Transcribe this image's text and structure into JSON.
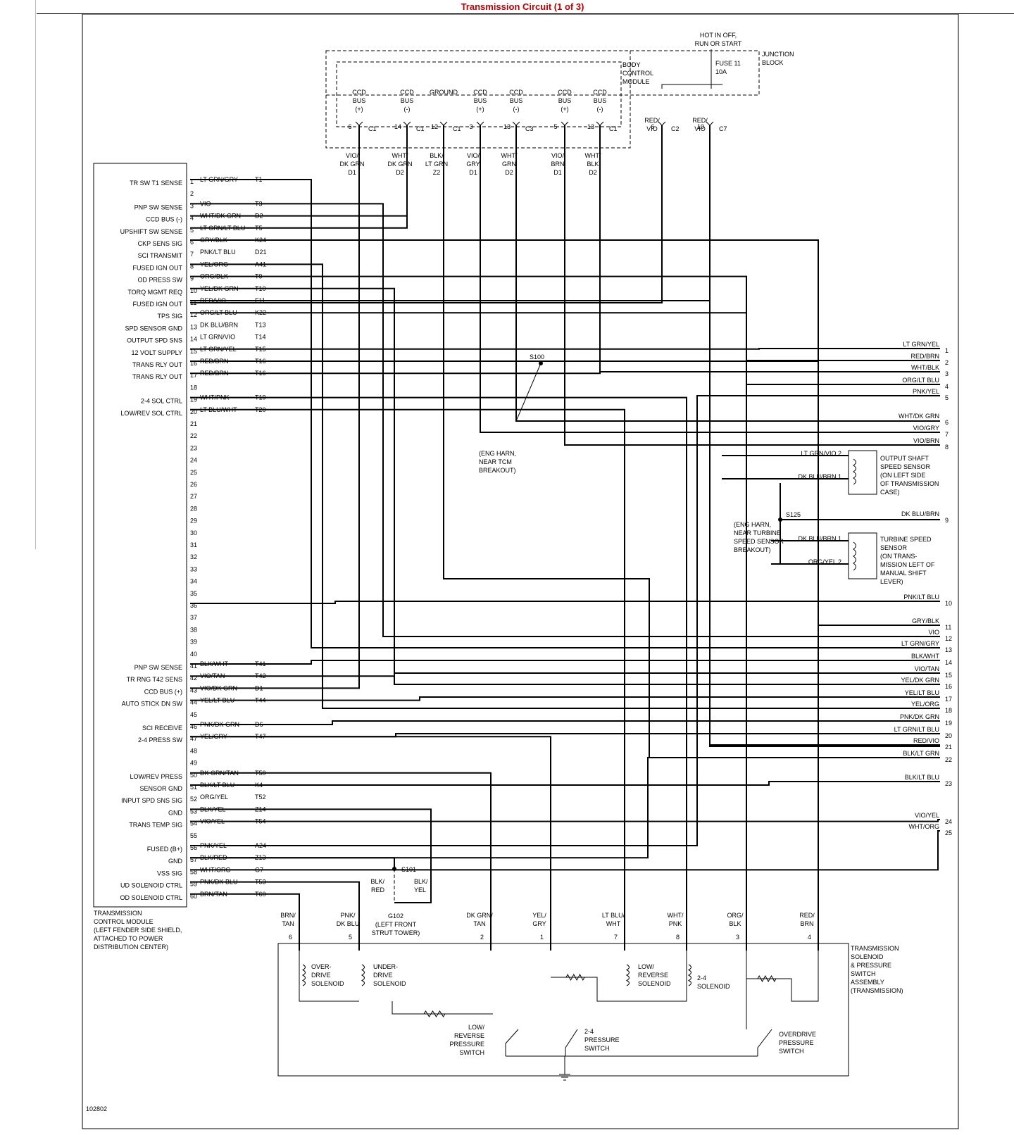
{
  "title": "Transmission Circuit (1 of 3)",
  "figure_id": "102802",
  "hot_label": [
    "HOT IN OFF,",
    "RUN OR START"
  ],
  "junction_block": [
    "JUNCTION",
    "BLOCK"
  ],
  "bcm_label": [
    "BODY",
    "CONTROL",
    "MODULE"
  ],
  "fuse_label": [
    "FUSE 11",
    "10A"
  ],
  "tcm_label": [
    "TRANSMISSION",
    "CONTROL MODULE",
    "(LEFT FENDER SIDE SHIELD,",
    "ATTACHED TO POWER",
    "DISTRIBUTION CENTER)"
  ],
  "bcm_terminals": [
    {
      "top": [
        "CCD",
        "BUS",
        "(+)"
      ],
      "pin": "6",
      "conn": "C1",
      "wire": [
        "VIO/",
        "DK GRN",
        "D1"
      ]
    },
    {
      "top": [
        "CCD",
        "BUS",
        "(-)"
      ],
      "pin": "14",
      "conn": "C1",
      "wire": [
        "WHT/",
        "DK GRN",
        "D2"
      ]
    },
    {
      "top": [
        "GROUND"
      ],
      "pin": "12",
      "conn": "C1",
      "wire": [
        "BLK/",
        "LT GRN",
        "Z2"
      ]
    },
    {
      "top": [
        "CCD",
        "BUS",
        "(+)"
      ],
      "pin": "3",
      "conn": "",
      "wire": [
        "VIO/",
        "GRY",
        "D1"
      ]
    },
    {
      "top": [
        "CCD",
        "BUS",
        "(-)"
      ],
      "pin": "13",
      "conn": "C3",
      "wire": [
        "WHT/",
        "GRN",
        "D2"
      ]
    },
    {
      "top": [
        "CCD",
        "BUS",
        "(+)"
      ],
      "pin": "5",
      "conn": "",
      "wire": [
        "VIO/",
        "BRN",
        "D1"
      ]
    },
    {
      "top": [
        "CCD",
        "BUS",
        "(-)"
      ],
      "pin": "13",
      "conn": "C1",
      "wire": [
        "WHT/",
        "BLK",
        "D2"
      ]
    },
    {
      "top": [],
      "pin": "6",
      "conn": "C2",
      "wire": [
        "RED/",
        "VIO"
      ]
    },
    {
      "top": [],
      "pin": "10",
      "conn": "C7",
      "wire": [
        "RED/",
        "VIO"
      ]
    }
  ],
  "tcm_pins": [
    {
      "n": "1",
      "func": "TR SW T1 SENSE",
      "wire": "LT GRN/GRY",
      "code": "T1"
    },
    {
      "n": "2",
      "func": "",
      "wire": "",
      "code": ""
    },
    {
      "n": "3",
      "func": "PNP SW SENSE",
      "wire": "VIO",
      "code": "T3"
    },
    {
      "n": "4",
      "func": "CCD BUS (-)",
      "wire": "WHT/DK GRN",
      "code": "D2"
    },
    {
      "n": "5",
      "func": "UPSHIFT SW SENSE",
      "wire": "LT GRN/LT BLU",
      "code": "T5"
    },
    {
      "n": "6",
      "func": "CKP SENS SIG",
      "wire": "GRY/BLK",
      "code": "K24"
    },
    {
      "n": "7",
      "func": "SCI TRANSMIT",
      "wire": "PNK/LT BLU",
      "code": "D21"
    },
    {
      "n": "8",
      "func": "FUSED IGN OUT",
      "wire": "YEL/ORG",
      "code": "A41"
    },
    {
      "n": "9",
      "func": "OD PRESS SW",
      "wire": "ORG/BLK",
      "code": "T9"
    },
    {
      "n": "10",
      "func": "TORQ MGMT REQ",
      "wire": "YEL/DK GRN",
      "code": "T10"
    },
    {
      "n": "11",
      "func": "FUSED IGN OUT",
      "wire": "RED/VIO",
      "code": "F11"
    },
    {
      "n": "12",
      "func": "TPS SIG",
      "wire": "ORG/LT BLU",
      "code": "K22"
    },
    {
      "n": "13",
      "func": "SPD SENSOR GND",
      "wire": "DK BLU/BRN",
      "code": "T13"
    },
    {
      "n": "14",
      "func": "OUTPUT SPD SNS",
      "wire": "LT GRN/VIO",
      "code": "T14"
    },
    {
      "n": "15",
      "func": "12 VOLT SUPPLY",
      "wire": "LT GRN/YEL",
      "code": "T15"
    },
    {
      "n": "16",
      "func": "TRANS RLY OUT",
      "wire": "RED/BRN",
      "code": "T16"
    },
    {
      "n": "17",
      "func": "TRANS RLY OUT",
      "wire": "RED/BRN",
      "code": "T16"
    },
    {
      "n": "18",
      "func": "",
      "wire": "",
      "code": ""
    },
    {
      "n": "19",
      "func": "2-4 SOL CTRL",
      "wire": "WHT/PNK",
      "code": "T19"
    },
    {
      "n": "20",
      "func": "LOW/REV SOL CTRL",
      "wire": "LT BLU/WHT",
      "code": "T20"
    },
    {
      "n": "21",
      "func": "",
      "wire": "",
      "code": ""
    },
    {
      "n": "22",
      "func": "",
      "wire": "",
      "code": ""
    },
    {
      "n": "23",
      "func": "",
      "wire": "",
      "code": ""
    },
    {
      "n": "24",
      "func": "",
      "wire": "",
      "code": ""
    },
    {
      "n": "25",
      "func": "",
      "wire": "",
      "code": ""
    },
    {
      "n": "26",
      "func": "",
      "wire": "",
      "code": ""
    },
    {
      "n": "27",
      "func": "",
      "wire": "",
      "code": ""
    },
    {
      "n": "28",
      "func": "",
      "wire": "",
      "code": ""
    },
    {
      "n": "29",
      "func": "",
      "wire": "",
      "code": ""
    },
    {
      "n": "30",
      "func": "",
      "wire": "",
      "code": ""
    },
    {
      "n": "31",
      "func": "",
      "wire": "",
      "code": ""
    },
    {
      "n": "32",
      "func": "",
      "wire": "",
      "code": ""
    },
    {
      "n": "33",
      "func": "",
      "wire": "",
      "code": ""
    },
    {
      "n": "34",
      "func": "",
      "wire": "",
      "code": ""
    },
    {
      "n": "35",
      "func": "",
      "wire": "",
      "code": ""
    },
    {
      "n": "36",
      "func": "",
      "wire": "",
      "code": ""
    },
    {
      "n": "37",
      "func": "",
      "wire": "",
      "code": ""
    },
    {
      "n": "38",
      "func": "",
      "wire": "",
      "code": ""
    },
    {
      "n": "39",
      "func": "",
      "wire": "",
      "code": ""
    },
    {
      "n": "40",
      "func": "",
      "wire": "",
      "code": ""
    },
    {
      "n": "41",
      "func": "PNP SW SENSE",
      "wire": "BLK/WHT",
      "code": "T41"
    },
    {
      "n": "42",
      "func": "TR RNG T42 SENS",
      "wire": "VIO/TAN",
      "code": "T42"
    },
    {
      "n": "43",
      "func": "CCD BUS (+)",
      "wire": "VIO/DK GRN",
      "code": "D1"
    },
    {
      "n": "44",
      "func": "AUTO STICK DN SW",
      "wire": "YEL/LT BLU",
      "code": "T44"
    },
    {
      "n": "45",
      "func": "",
      "wire": "",
      "code": ""
    },
    {
      "n": "46",
      "func": "SCI RECEIVE",
      "wire": "PNK/DK GRN",
      "code": "D6"
    },
    {
      "n": "47",
      "func": "2-4 PRESS SW",
      "wire": "YEL/GRY",
      "code": "T47"
    },
    {
      "n": "48",
      "func": "",
      "wire": "",
      "code": ""
    },
    {
      "n": "49",
      "func": "",
      "wire": "",
      "code": ""
    },
    {
      "n": "50",
      "func": "LOW/REV PRESS",
      "wire": "DK GRN/TAN",
      "code": "T50"
    },
    {
      "n": "51",
      "func": "SENSOR GND",
      "wire": "BLK/LT BLU",
      "code": "K4"
    },
    {
      "n": "52",
      "func": "INPUT SPD SNS SIG",
      "wire": "ORG/YEL",
      "code": "T52"
    },
    {
      "n": "53",
      "func": "GND",
      "wire": "BLK/YEL",
      "code": "Z14"
    },
    {
      "n": "54",
      "func": "TRANS TEMP SIG",
      "wire": "VIO/YEL",
      "code": "T54"
    },
    {
      "n": "55",
      "func": "",
      "wire": "",
      "code": ""
    },
    {
      "n": "56",
      "func": "FUSED (B+)",
      "wire": "PNK/YEL",
      "code": "A24"
    },
    {
      "n": "57",
      "func": "GND",
      "wire": "BLK/RED",
      "code": "Z13"
    },
    {
      "n": "58",
      "func": "VSS SIG",
      "wire": "WHT/ORG",
      "code": "G7"
    },
    {
      "n": "59",
      "func": "UD SOLENOID CTRL",
      "wire": "PNK/DK BLU",
      "code": "T53"
    },
    {
      "n": "60",
      "func": "OD SOLENOID CTRL",
      "wire": "BRN/TAN",
      "code": "T60"
    }
  ],
  "right_connector": [
    {
      "wire": "LT GRN/YEL",
      "n": "1"
    },
    {
      "wire": "RED/BRN",
      "n": "2"
    },
    {
      "wire": "WHT/BLK",
      "n": "3"
    },
    {
      "wire": "ORG/LT BLU",
      "n": "4"
    },
    {
      "wire": "PNK/YEL",
      "n": "5"
    },
    {
      "wire": "WHT/DK GRN",
      "n": "6"
    },
    {
      "wire": "VIO/GRY",
      "n": "7"
    },
    {
      "wire": "VIO/BRN",
      "n": "8"
    },
    {
      "wire": "DK BLU/BRN",
      "n": "9"
    },
    {
      "wire": "PNK/LT BLU",
      "n": "10"
    },
    {
      "wire": "GRY/BLK",
      "n": "11"
    },
    {
      "wire": "VIO",
      "n": "12"
    },
    {
      "wire": "LT GRN/GRY",
      "n": "13"
    },
    {
      "wire": "BLK/WHT",
      "n": "14"
    },
    {
      "wire": "VIO/TAN",
      "n": "15"
    },
    {
      "wire": "YEL/DK GRN",
      "n": "16"
    },
    {
      "wire": "YEL/LT BLU",
      "n": "17"
    },
    {
      "wire": "YEL/ORG",
      "n": "18"
    },
    {
      "wire": "PNK/DK GRN",
      "n": "19"
    },
    {
      "wire": "LT GRN/LT BLU",
      "n": "20"
    },
    {
      "wire": "RED/VIO",
      "n": "21"
    },
    {
      "wire": "BLK/LT GRN",
      "n": "22"
    },
    {
      "wire": "BLK/LT BLU",
      "n": "23"
    },
    {
      "wire": "VIO/YEL",
      "n": "24"
    },
    {
      "wire": "WHT/ORG",
      "n": "25"
    }
  ],
  "output_sensor": {
    "pins": [
      {
        "wire": "LT GRN/VIO",
        "n": "2"
      },
      {
        "wire": "DK BLU/BRN",
        "n": "1"
      }
    ],
    "label": [
      "OUTPUT SHAFT",
      "SPEED SENSOR",
      "(ON LEFT SIDE",
      "OF TRANSMISSION",
      "CASE)"
    ]
  },
  "turbine_sensor": {
    "pins": [
      {
        "wire": "DK BLU/BRN",
        "n": "1"
      },
      {
        "wire": "ORG/YEL",
        "n": "2"
      }
    ],
    "label": [
      "TURBINE SPEED",
      "SENSOR",
      "(ON TRANS-",
      "MISSION LEFT OF",
      "MANUAL SHIFT",
      "LEVER)"
    ]
  },
  "splices": {
    "s100": {
      "name": "S100",
      "note": [
        "(ENG HARN,",
        "NEAR TCM",
        "BREAKOUT)"
      ]
    },
    "s125": {
      "name": "S125",
      "note": [
        "(ENG HARN,",
        "NEAR TURBINE",
        "SPEED SENSOR",
        "BREAKOUT)"
      ]
    },
    "s101": {
      "name": "S101",
      "left": [
        "BLK/",
        "RED"
      ],
      "right": [
        "BLK/",
        "YEL"
      ]
    },
    "g102": [
      "G102",
      "(LEFT FRONT",
      "STRUT TOWER)"
    ]
  },
  "solenoid_pins": [
    {
      "wire": [
        "BRN/",
        "TAN"
      ],
      "n": "6"
    },
    {
      "wire": [
        "PNK/",
        "DK BLU"
      ],
      "n": "5"
    },
    {
      "wire": [
        "DK GRN/",
        "TAN"
      ],
      "n": "2"
    },
    {
      "wire": [
        "YEL/",
        "GRY"
      ],
      "n": "1"
    },
    {
      "wire": [
        "LT BLU/",
        "WHT"
      ],
      "n": "7"
    },
    {
      "wire": [
        "WHT/",
        "PNK"
      ],
      "n": "8"
    },
    {
      "wire": [
        "ORG/",
        "BLK"
      ],
      "n": "3"
    },
    {
      "wire": [
        "RED/",
        "BRN"
      ],
      "n": "4"
    }
  ],
  "assembly_label": [
    "TRANSMISSION",
    "SOLENOID",
    "& PRESSURE",
    "SWITCH",
    "ASSEMBLY",
    "(TRANSMISSION)"
  ],
  "components": {
    "od_sol": [
      "OVER-",
      "DRIVE",
      "SOLENOID"
    ],
    "ud_sol": [
      "UNDER-",
      "DRIVE",
      "SOLENOID"
    ],
    "lr_sol": [
      "LOW/",
      "REVERSE",
      "SOLENOID"
    ],
    "s24_sol": [
      "2-4",
      "SOLENOID"
    ],
    "lr_sw": [
      "LOW/",
      "REVERSE",
      "PRESSURE",
      "SWITCH"
    ],
    "p24_sw": [
      "2-4",
      "PRESSURE",
      "SWITCH"
    ],
    "od_sw": [
      "OVERDRIVE",
      "PRESSURE",
      "SWITCH"
    ]
  }
}
